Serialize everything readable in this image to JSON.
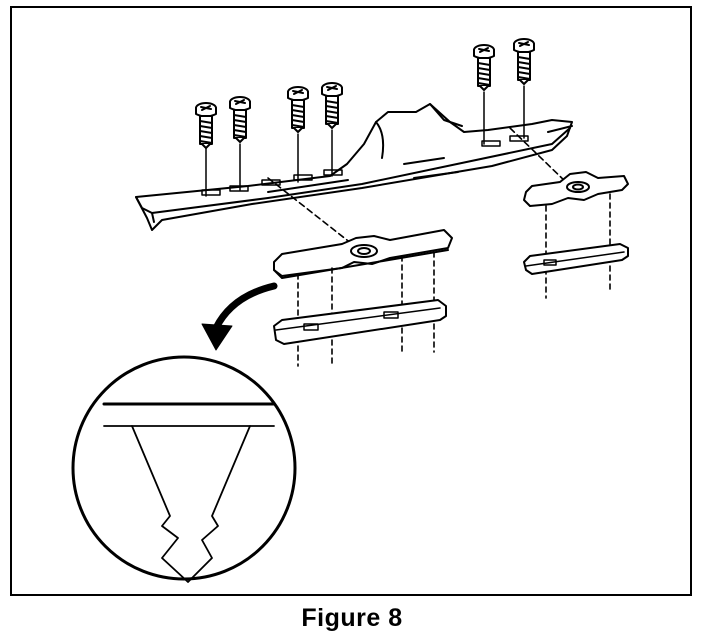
{
  "figure": {
    "caption": "Figure 8",
    "colors": {
      "line": "#000000",
      "background": "#ffffff"
    },
    "parts": [
      "screw",
      "cutter-bar",
      "upper-blade-left",
      "lower-blade-left",
      "upper-blade-right",
      "lower-blade-right",
      "blade-tooth-detail"
    ]
  }
}
